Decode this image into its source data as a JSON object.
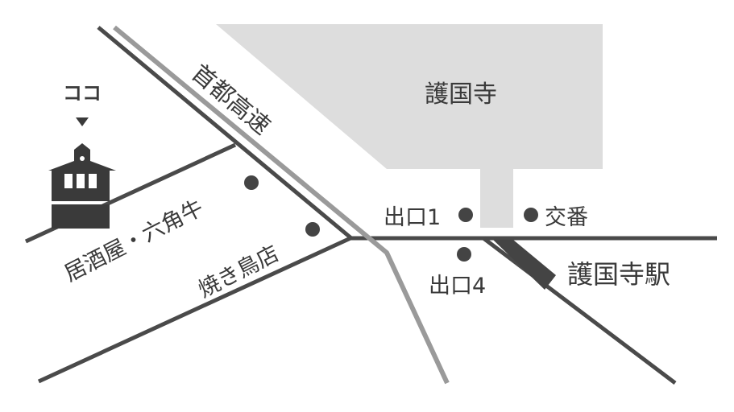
{
  "map": {
    "landmark_area": "護国寺",
    "highway": "首都高速",
    "marker_label": "ココ",
    "pois": {
      "izakaya": "居酒屋・六角牛",
      "yakitori": "焼き鳥店",
      "exit1": "出口1",
      "exit4": "出口4",
      "police_box": "交番",
      "station": "護国寺駅"
    }
  },
  "colors": {
    "road": "#4a4a4a",
    "highway": "#9a9a9a",
    "temple_area": "#dddddd",
    "marker": "#3a3a3a"
  }
}
